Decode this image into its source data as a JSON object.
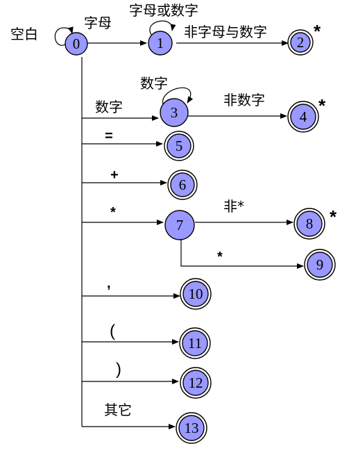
{
  "diagram": {
    "colors": {
      "node_fill": "#9999ff",
      "stroke": "#000000",
      "background": "#ffffff"
    },
    "states": [
      {
        "id": "0",
        "label": "0",
        "accepting": false,
        "retract": false
      },
      {
        "id": "1",
        "label": "1",
        "accepting": false,
        "retract": false
      },
      {
        "id": "2",
        "label": "2",
        "accepting": true,
        "retract": true
      },
      {
        "id": "3",
        "label": "3",
        "accepting": false,
        "retract": false
      },
      {
        "id": "4",
        "label": "4",
        "accepting": true,
        "retract": true
      },
      {
        "id": "5",
        "label": "5",
        "accepting": true,
        "retract": false
      },
      {
        "id": "6",
        "label": "6",
        "accepting": true,
        "retract": false
      },
      {
        "id": "7",
        "label": "7",
        "accepting": false,
        "retract": false
      },
      {
        "id": "8",
        "label": "8",
        "accepting": true,
        "retract": true
      },
      {
        "id": "9",
        "label": "9",
        "accepting": true,
        "retract": false
      },
      {
        "id": "10",
        "label": "10",
        "accepting": true,
        "retract": false
      },
      {
        "id": "11",
        "label": "11",
        "accepting": true,
        "retract": false
      },
      {
        "id": "12",
        "label": "12",
        "accepting": true,
        "retract": false
      },
      {
        "id": "13",
        "label": "13",
        "accepting": true,
        "retract": false
      }
    ],
    "retract_mark": "*",
    "transitions": [
      {
        "from": "0",
        "to": "0",
        "label": "空白"
      },
      {
        "from": "0",
        "to": "1",
        "label": "字母"
      },
      {
        "from": "1",
        "to": "1",
        "label": "字母或数字"
      },
      {
        "from": "1",
        "to": "2",
        "label": "非字母与数字"
      },
      {
        "from": "0",
        "to": "3",
        "label": "数字"
      },
      {
        "from": "3",
        "to": "3",
        "label": "数字"
      },
      {
        "from": "3",
        "to": "4",
        "label": "非数字"
      },
      {
        "from": "0",
        "to": "5",
        "label": "="
      },
      {
        "from": "0",
        "to": "6",
        "label": "+"
      },
      {
        "from": "0",
        "to": "7",
        "label": "*"
      },
      {
        "from": "7",
        "to": "8",
        "label": "非*"
      },
      {
        "from": "7",
        "to": "9",
        "label": "*"
      },
      {
        "from": "0",
        "to": "10",
        "label": ","
      },
      {
        "from": "0",
        "to": "11",
        "label": "("
      },
      {
        "from": "0",
        "to": "12",
        "label": ")"
      },
      {
        "from": "0",
        "to": "13",
        "label": "其它"
      }
    ]
  }
}
